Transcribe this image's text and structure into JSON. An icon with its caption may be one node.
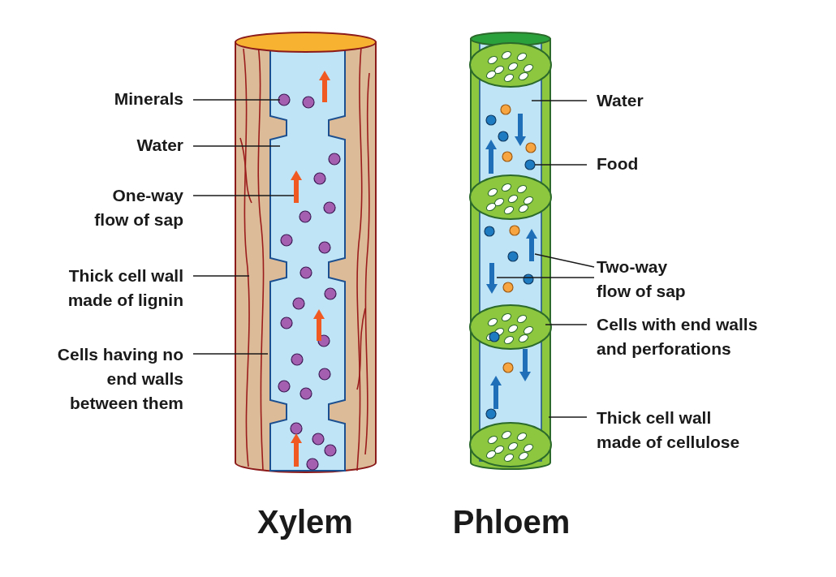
{
  "diagram": {
    "nodes": [
      {
        "text": [
          "Minerals"
        ]
      },
      {
        "text": [
          "Water"
        ]
      },
      {
        "text": [
          "One-way flow of sap"
        ]
      },
      {
        "text": [
          "Thick cell wall made of lignin"
        ]
      },
      {
        "text": [
          "Cells having no end walls between them"
        ]
      },
      {
        "text": [
          "Water"
        ]
      },
      {
        "text": [
          "Food"
        ]
      },
      {
        "text": [
          "Two-way flow of sap"
        ]
      },
      {
        "text": [
          "Cells with end walls and perforations"
        ]
      },
      {
        "text": [
          "Thick cell wall made of cellulose"
        ]
      }
    ],
    "edges": [
      {
        "from": 0,
        "to": null,
        "arrow": "none"
      },
      {
        "from": 1,
        "to": null,
        "arrow": "none"
      },
      {
        "from": 2,
        "to": null,
        "arrow": "none"
      },
      {
        "from": 3,
        "to": null,
        "arrow": "none"
      },
      {
        "from": 4,
        "to": null,
        "arrow": "none"
      },
      {
        "from": 5,
        "to": null,
        "arrow": "none"
      },
      {
        "from": 6,
        "to": null,
        "arrow": "none"
      },
      {
        "from": 7,
        "to": null,
        "arrow": "none"
      },
      {
        "from": 7,
        "to": null,
        "arrow": "none"
      },
      {
        "from": 8,
        "to": null,
        "arrow": "none"
      },
      {
        "from": 9,
        "to": null,
        "arrow": "none"
      }
    ],
    "labels": [
      "Xylem",
      "Phloem"
    ]
  }
}
